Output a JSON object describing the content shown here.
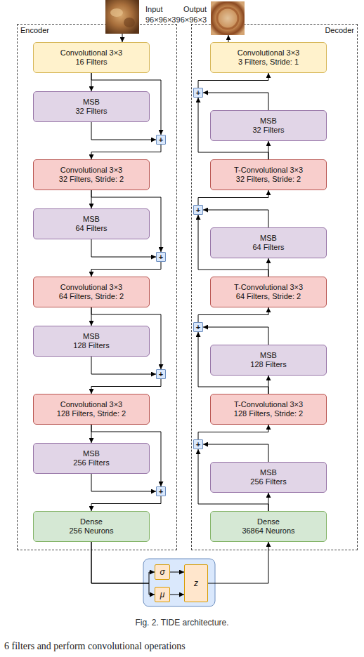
{
  "diagram": {
    "caption": "Fig. 2. TIDE architecture.",
    "nodes": [
      {
        "text": [
          "Encoder"
        ]
      },
      {
        "text": [
          "Convolutional 3×3",
          "16 Filters"
        ],
        "in": 0
      },
      {
        "text": [
          "MSB",
          "32 Filters"
        ],
        "in": 0
      },
      {
        "text": [
          "+"
        ],
        "in": 0
      },
      {
        "text": [
          "Convolutional 3×3",
          "32 Filters, Stride: 2"
        ],
        "in": 0
      },
      {
        "text": [
          "MSB",
          "64 Filters"
        ],
        "in": 0
      },
      {
        "text": [
          "+"
        ],
        "in": 0
      },
      {
        "text": [
          "Convolutional 3×3",
          "64 Filters, Stride: 2"
        ],
        "in": 0
      },
      {
        "text": [
          "MSB",
          "128 Filters"
        ],
        "in": 0
      },
      {
        "text": [
          "+"
        ],
        "in": 0
      },
      {
        "text": [
          "Convolutional 3×3",
          "128 Filters, Stride: 2"
        ],
        "in": 0
      },
      {
        "text": [
          "MSB",
          "256 Filters"
        ],
        "in": 0
      },
      {
        "text": [
          "+"
        ],
        "in": 0
      },
      {
        "text": [
          "Dense",
          "256 Neurons"
        ],
        "in": 0
      },
      {
        "text": [
          "Decoder"
        ]
      },
      {
        "text": [
          "Convolutional 3×3",
          "3 Filters, Stride: 1"
        ],
        "in": 14
      },
      {
        "text": [
          "+"
        ],
        "in": 14
      },
      {
        "text": [
          "MSB",
          "32 Filters"
        ],
        "in": 14
      },
      {
        "text": [
          "T-Convolutional 3×3",
          "32 Filters, Stride: 2"
        ],
        "in": 14
      },
      {
        "text": [
          "+"
        ],
        "in": 14
      },
      {
        "text": [
          "MSB",
          "64 Filters"
        ],
        "in": 14
      },
      {
        "text": [
          "T-Convolutional 3×3",
          "64 Filters, Stride: 2"
        ],
        "in": 14
      },
      {
        "text": [
          "+"
        ],
        "in": 14
      },
      {
        "text": [
          "MSB",
          "128 Filters"
        ],
        "in": 14
      },
      {
        "text": [
          "T-Convolutional 3×3",
          "128 Filters, Stride: 2"
        ],
        "in": 14
      },
      {
        "text": [
          "+"
        ],
        "in": 14
      },
      {
        "text": [
          "MSB",
          "256 Filters"
        ],
        "in": 14
      },
      {
        "text": [
          "Dense",
          "36864 Neurons"
        ],
        "in": 14
      },
      {
        "text": [
          "σ"
        ]
      },
      {
        "text": [
          "μ"
        ]
      },
      {
        "text": [
          "z"
        ]
      }
    ],
    "edges": [
      {
        "from": 1,
        "to": 2,
        "arrow": "to"
      },
      {
        "from": 1,
        "to": 3,
        "arrow": "to"
      },
      {
        "from": 2,
        "to": 3,
        "arrow": "to"
      },
      {
        "from": 3,
        "to": 4,
        "arrow": "to"
      },
      {
        "from": 4,
        "to": 5,
        "arrow": "to"
      },
      {
        "from": 4,
        "to": 6,
        "arrow": "to"
      },
      {
        "from": 5,
        "to": 6,
        "arrow": "to"
      },
      {
        "from": 6,
        "to": 7,
        "arrow": "to"
      },
      {
        "from": 7,
        "to": 8,
        "arrow": "to"
      },
      {
        "from": 7,
        "to": 9,
        "arrow": "to"
      },
      {
        "from": 8,
        "to": 9,
        "arrow": "to"
      },
      {
        "from": 9,
        "to": 10,
        "arrow": "to"
      },
      {
        "from": 10,
        "to": 11,
        "arrow": "to"
      },
      {
        "from": 10,
        "to": 12,
        "arrow": "to"
      },
      {
        "from": 11,
        "to": 12,
        "arrow": "to"
      },
      {
        "from": 12,
        "to": 13,
        "arrow": "to"
      },
      {
        "from": 13,
        "to": 28,
        "arrow": "to"
      },
      {
        "from": 13,
        "to": 29,
        "arrow": "to"
      },
      {
        "from": 28,
        "to": 30,
        "arrow": "to"
      },
      {
        "from": 29,
        "to": 30,
        "arrow": "to"
      },
      {
        "from": 30,
        "to": 27,
        "arrow": "to"
      },
      {
        "from": 27,
        "to": 26,
        "arrow": "to"
      },
      {
        "from": 27,
        "to": 25,
        "arrow": "to"
      },
      {
        "from": 26,
        "to": 25,
        "arrow": "to"
      },
      {
        "from": 25,
        "to": 24,
        "arrow": "to"
      },
      {
        "from": 24,
        "to": 23,
        "arrow": "to"
      },
      {
        "from": 24,
        "to": 22,
        "arrow": "to"
      },
      {
        "from": 23,
        "to": 22,
        "arrow": "to"
      },
      {
        "from": 22,
        "to": 21,
        "arrow": "to"
      },
      {
        "from": 21,
        "to": 20,
        "arrow": "to"
      },
      {
        "from": 21,
        "to": 19,
        "arrow": "to"
      },
      {
        "from": 20,
        "to": 19,
        "arrow": "to"
      },
      {
        "from": 19,
        "to": 18,
        "arrow": "to"
      },
      {
        "from": 18,
        "to": 17,
        "arrow": "to"
      },
      {
        "from": 18,
        "to": 16,
        "arrow": "to"
      },
      {
        "from": 17,
        "to": 16,
        "arrow": "to"
      },
      {
        "from": 16,
        "to": 15,
        "arrow": "to"
      }
    ],
    "labels": [
      "Input",
      "96×96×3",
      "Output",
      "96×96×3",
      "6 filters and perform convolutional operations"
    ]
  }
}
